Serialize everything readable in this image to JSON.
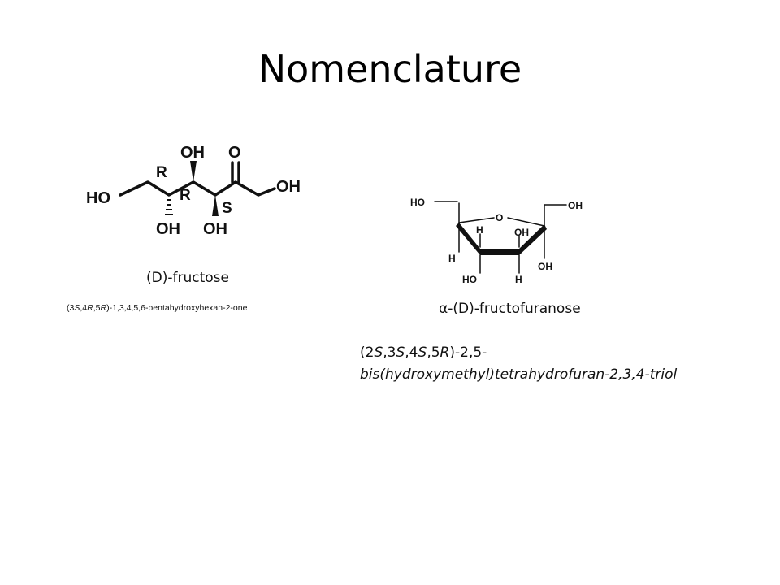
{
  "slide": {
    "title": "Nomenclature"
  },
  "fructose": {
    "caption": "(D)-fructose",
    "iupac_parts": [
      "(3",
      "S",
      ",4",
      "R",
      ",5",
      "R",
      ")-1,3,4,5,6-pentahydroxyhexan-2-one"
    ],
    "labels": {
      "ho_left": "HO",
      "oh_top": "OH",
      "o_carbonyl": "O",
      "oh_right": "OH",
      "oh_bottom_left": "OH",
      "oh_bottom_right": "OH",
      "r1": "R",
      "r2": "R",
      "s1": "S"
    }
  },
  "furanose": {
    "caption": "α-(D)-fructofuranose",
    "iupac_parts": [
      "(2",
      "S",
      ",3",
      "S",
      ",4",
      "S",
      ",5",
      "R",
      ")-2,5-",
      "bis(hydroxymethyl)tetrahydrofuran-2,3,4-triol"
    ],
    "labels": {
      "ho_top_left": "HO",
      "oh_top_right": "OH",
      "o_ring": "O",
      "h_inner": "H",
      "oh_inner": "OH",
      "h_left": "H",
      "oh_right": "OH",
      "ho_bottom": "HO",
      "h_bottom": "H"
    }
  }
}
